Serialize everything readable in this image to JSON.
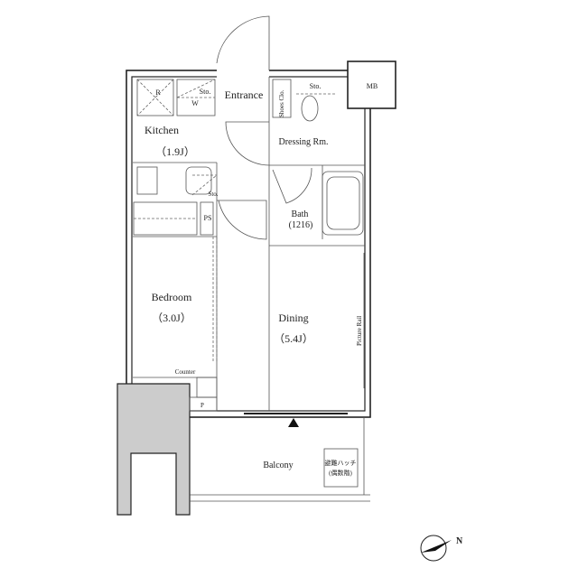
{
  "rooms": {
    "kitchen": {
      "name": "Kitchen",
      "size": "（1.9J）"
    },
    "entrance": {
      "name": "Entrance"
    },
    "shoes_closet": {
      "name": "Shoes Clo."
    },
    "dressing": {
      "name": "Dressing Rm."
    },
    "bath": {
      "name": "Bath",
      "size": "(1216)"
    },
    "bedroom": {
      "name": "Bedroom",
      "size": "（3.0J）"
    },
    "dining": {
      "name": "Dining",
      "size": "（5.4J）"
    },
    "balcony": {
      "name": "Balcony"
    },
    "mb": {
      "name": "MB"
    }
  },
  "fixtures": {
    "fridge": "R",
    "washer": "W",
    "storage_kitchen": "Sto.",
    "storage_toilet": "Sto.",
    "storage_sink": "Sto.",
    "pipe_space": "PS",
    "counter": "Counter",
    "p": "P",
    "picture_rail": "Picture Rail",
    "hatch_line1": "避難ハッチ",
    "hatch_line2": "(偶数階)"
  },
  "compass": {
    "label": "N",
    "icon": "north-arrow-icon"
  },
  "colors": {
    "wall": "#222222",
    "column": "#cccccc"
  }
}
